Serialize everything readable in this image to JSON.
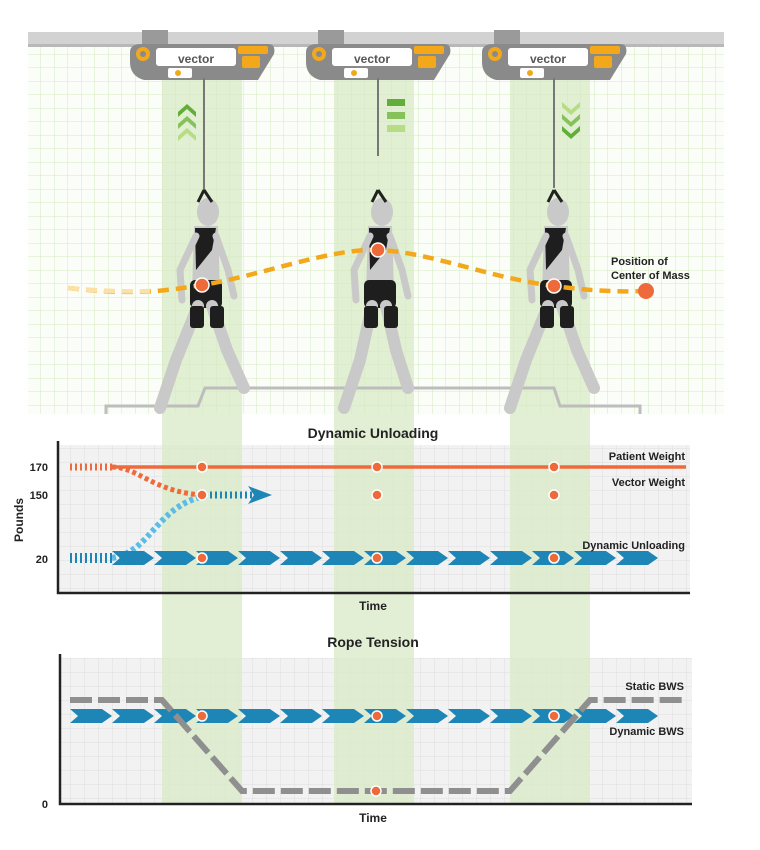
{
  "colors": {
    "orange": "#ef6a3a",
    "gold": "#f3a81b",
    "blue": "#1e86b6",
    "lightblue": "#58bde8",
    "gray": "#8f8f8f",
    "band": "#d8e9c6",
    "green_dark": "#63ad3a",
    "green_light": "#b7dd84"
  },
  "top": {
    "logo": "vector",
    "unloading_indicators": [
      "chevrons-up-icon",
      "bars-icon",
      "chevrons-down-icon"
    ],
    "com_label_line1": "Position of",
    "com_label_line2": "Center of Mass"
  },
  "dynamic_chart": {
    "title": "Dynamic Unloading",
    "ylabel": "Pounds",
    "xlabel": "Time",
    "yticks": [
      "170",
      "150",
      "20"
    ],
    "series": [
      {
        "name": "Patient Weight",
        "value": 170,
        "color": "#ef6a3a"
      },
      {
        "name": "Vector Weight",
        "value": 150,
        "color": "#8f8f8f"
      },
      {
        "name": "Dynamic Unloading",
        "value": 20,
        "color": "#1e86b6"
      }
    ]
  },
  "rope_chart": {
    "title": "Rope Tension",
    "xlabel": "Time",
    "ytick": "0",
    "series": [
      {
        "name": "Static BWS"
      },
      {
        "name": "Dynamic BWS"
      }
    ]
  }
}
